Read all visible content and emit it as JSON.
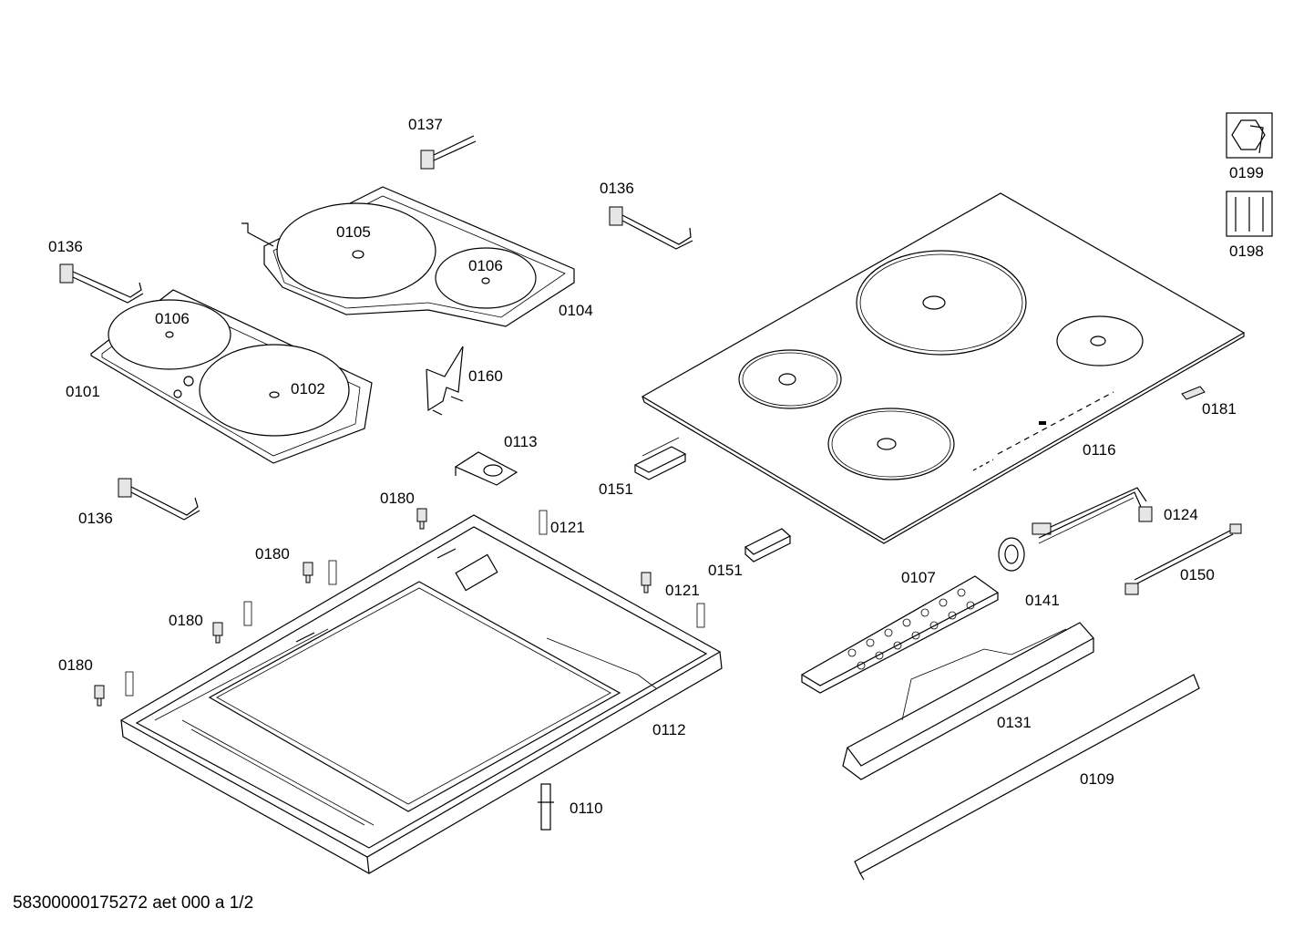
{
  "labels": {
    "p0137": "0137",
    "p0136_top": "0136",
    "p0136_left": "0136",
    "p0136_bottom": "0136",
    "p0105": "0105",
    "p0106_upper": "0106",
    "p0106_lower": "0106",
    "p0104": "0104",
    "p0101": "0101",
    "p0102": "0102",
    "p0160": "0160",
    "p0113": "0113",
    "p0151_upper": "0151",
    "p0151_lower": "0151",
    "p0116": "0116",
    "p0181": "0181",
    "p0199": "0199",
    "p0198": "0198",
    "p0124": "0124",
    "p0150": "0150",
    "p0141": "0141",
    "p0107": "0107",
    "p0131": "0131",
    "p0109": "0109",
    "p0112": "0112",
    "p0110": "0110",
    "p0180_a": "0180",
    "p0180_b": "0180",
    "p0180_c": "0180",
    "p0180_d": "0180",
    "p0121_a": "0121",
    "p0121_b": "0121"
  },
  "icons": {
    "service": "wrench-nut-icon",
    "screws": "screws-icon"
  },
  "footer": "58300000175272 aet 000 a 1/2"
}
